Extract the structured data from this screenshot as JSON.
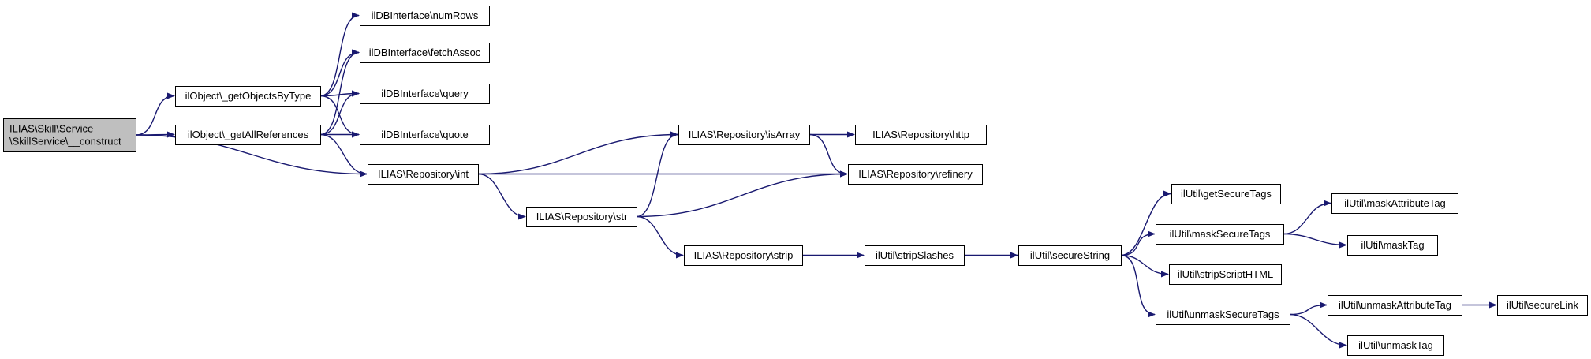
{
  "colors": {
    "edge": "#191970",
    "node_border": "#000000",
    "node_fill": "#ffffff",
    "root_fill": "#bfbfbf"
  },
  "nodes": [
    {
      "id": "root",
      "lines": [
        "ILIAS\\Skill\\Service",
        "\\SkillService\\__construct"
      ],
      "root": true
    },
    {
      "id": "getObjectsByType",
      "lines": [
        "ilObject\\_getObjectsByType"
      ]
    },
    {
      "id": "getAllReferences",
      "lines": [
        "ilObject\\_getAllReferences"
      ]
    },
    {
      "id": "numRows",
      "lines": [
        "ilDBInterface\\numRows"
      ]
    },
    {
      "id": "fetchAssoc",
      "lines": [
        "ilDBInterface\\fetchAssoc"
      ]
    },
    {
      "id": "query",
      "lines": [
        "ilDBInterface\\query"
      ]
    },
    {
      "id": "quote",
      "lines": [
        "ilDBInterface\\quote"
      ]
    },
    {
      "id": "int",
      "lines": [
        "ILIAS\\Repository\\int"
      ]
    },
    {
      "id": "isArray",
      "lines": [
        "ILIAS\\Repository\\isArray"
      ]
    },
    {
      "id": "str",
      "lines": [
        "ILIAS\\Repository\\str"
      ]
    },
    {
      "id": "strip",
      "lines": [
        "ILIAS\\Repository\\strip"
      ]
    },
    {
      "id": "http",
      "lines": [
        "ILIAS\\Repository\\http"
      ]
    },
    {
      "id": "refinery",
      "lines": [
        "ILIAS\\Repository\\refinery"
      ]
    },
    {
      "id": "stripSlashes",
      "lines": [
        "ilUtil\\stripSlashes"
      ]
    },
    {
      "id": "secureString",
      "lines": [
        "ilUtil\\secureString"
      ]
    },
    {
      "id": "getSecureTags",
      "lines": [
        "ilUtil\\getSecureTags"
      ]
    },
    {
      "id": "maskSecureTags",
      "lines": [
        "ilUtil\\maskSecureTags"
      ]
    },
    {
      "id": "stripScriptHTML",
      "lines": [
        "ilUtil\\stripScriptHTML"
      ]
    },
    {
      "id": "unmaskSecureTags",
      "lines": [
        "ilUtil\\unmaskSecureTags"
      ]
    },
    {
      "id": "maskAttributeTag",
      "lines": [
        "ilUtil\\maskAttributeTag"
      ]
    },
    {
      "id": "maskTag",
      "lines": [
        "ilUtil\\maskTag"
      ]
    },
    {
      "id": "unmaskAttributeTag",
      "lines": [
        "ilUtil\\unmaskAttributeTag"
      ]
    },
    {
      "id": "unmaskTag",
      "lines": [
        "ilUtil\\unmaskTag"
      ]
    },
    {
      "id": "secureLink",
      "lines": [
        "ilUtil\\secureLink"
      ]
    }
  ],
  "edges": [
    [
      "root",
      "getObjectsByType"
    ],
    [
      "root",
      "getAllReferences"
    ],
    [
      "root",
      "int"
    ],
    [
      "getObjectsByType",
      "numRows"
    ],
    [
      "getObjectsByType",
      "fetchAssoc"
    ],
    [
      "getObjectsByType",
      "query"
    ],
    [
      "getObjectsByType",
      "quote"
    ],
    [
      "getAllReferences",
      "fetchAssoc"
    ],
    [
      "getAllReferences",
      "query"
    ],
    [
      "getAllReferences",
      "quote"
    ],
    [
      "getAllReferences",
      "int"
    ],
    [
      "int",
      "isArray"
    ],
    [
      "int",
      "refinery"
    ],
    [
      "int",
      "str"
    ],
    [
      "isArray",
      "http"
    ],
    [
      "isArray",
      "refinery"
    ],
    [
      "str",
      "isArray"
    ],
    [
      "str",
      "refinery"
    ],
    [
      "str",
      "strip"
    ],
    [
      "strip",
      "stripSlashes"
    ],
    [
      "stripSlashes",
      "secureString"
    ],
    [
      "secureString",
      "getSecureTags"
    ],
    [
      "secureString",
      "maskSecureTags"
    ],
    [
      "secureString",
      "stripScriptHTML"
    ],
    [
      "secureString",
      "unmaskSecureTags"
    ],
    [
      "maskSecureTags",
      "maskAttributeTag"
    ],
    [
      "maskSecureTags",
      "maskTag"
    ],
    [
      "unmaskSecureTags",
      "unmaskAttributeTag"
    ],
    [
      "unmaskSecureTags",
      "unmaskTag"
    ],
    [
      "unmaskAttributeTag",
      "secureLink"
    ]
  ]
}
